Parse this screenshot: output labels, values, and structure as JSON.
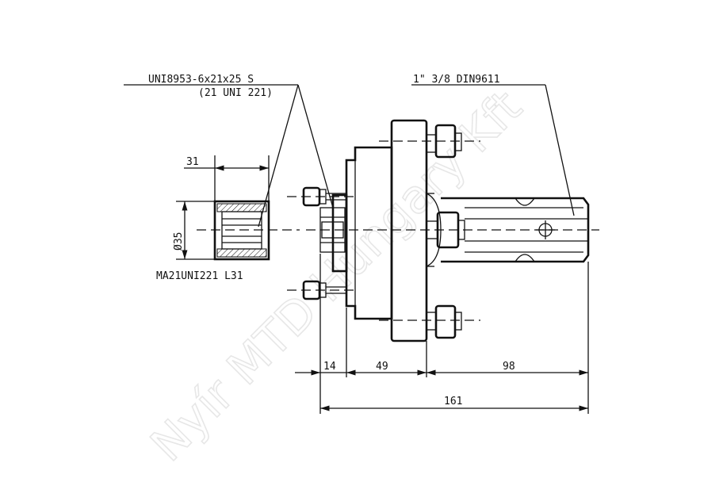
{
  "watermark": "Nyír MTD Hungary Kft",
  "labels": {
    "bolt_spec": "UNI8953-6x21x25 S",
    "bolt_spec_alt": "(21 UNI 221)",
    "shaft_spec": "1\" 3/8 DIN9611",
    "bushing_spec": "MA21UNI221 L31"
  },
  "dimensions": {
    "bushing_length": "31",
    "bushing_diameter": "Ø35",
    "flange_offset": "14",
    "body_length": "49",
    "shaft_length": "98",
    "total_length": "161"
  }
}
